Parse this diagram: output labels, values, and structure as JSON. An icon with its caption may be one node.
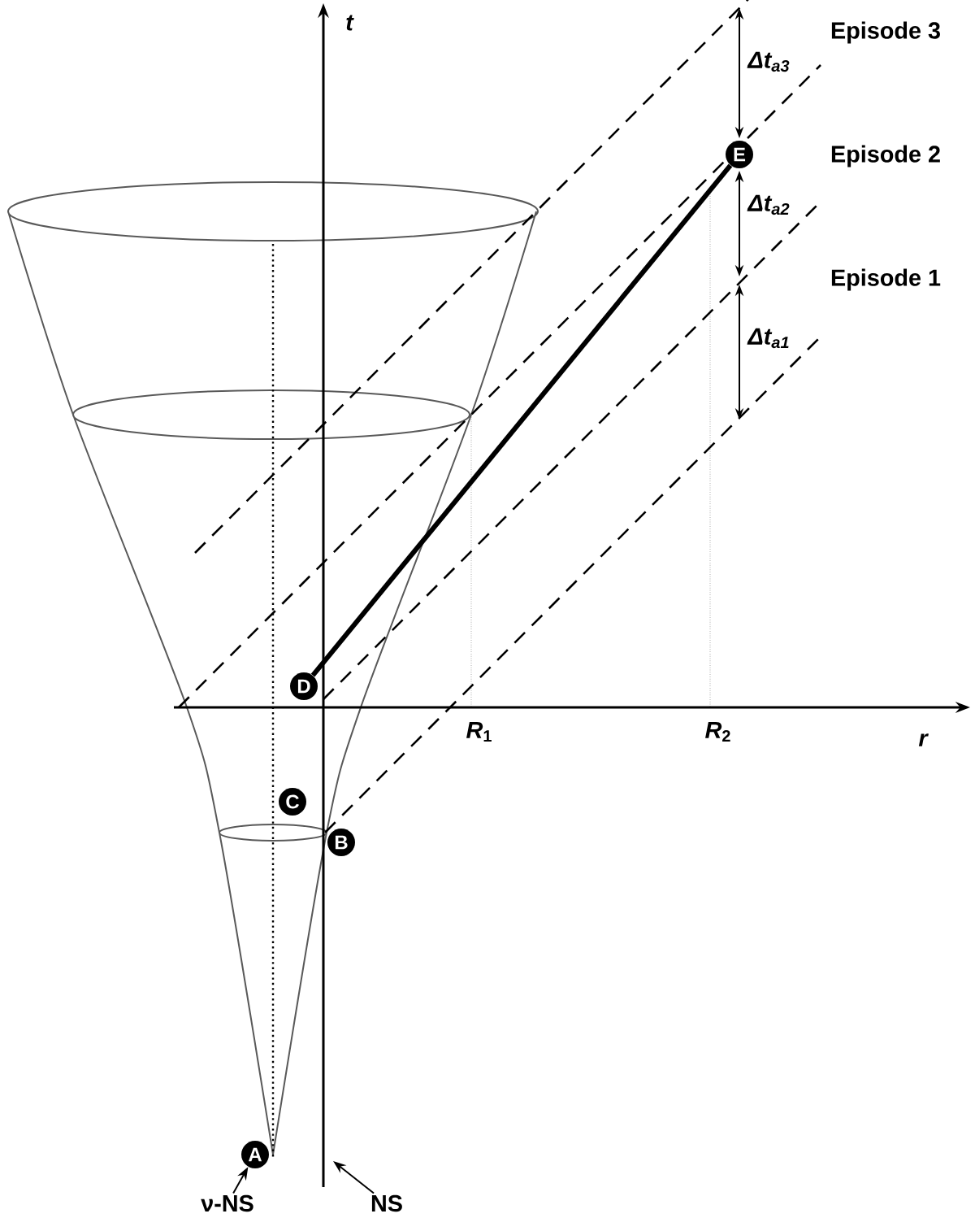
{
  "diagram": {
    "nodes": [
      {
        "text": [
          "A"
        ]
      },
      {
        "text": [
          "B"
        ]
      },
      {
        "text": [
          "C"
        ]
      },
      {
        "text": [
          "D"
        ]
      },
      {
        "text": [
          "E"
        ]
      },
      {
        "text": [
          "ν-NS"
        ]
      },
      {
        "text": [
          "NS"
        ]
      }
    ],
    "edges": [
      {
        "from": 3,
        "to": 4,
        "arrow": "none",
        "style": "thick"
      },
      {
        "from": 5,
        "to": 0,
        "arrow": "to"
      },
      {
        "from": 6,
        "to": null,
        "arrow": "to"
      }
    ],
    "labels": [
      "t",
      "Episode 3",
      "Δt$_{a3}$",
      "Episode 2",
      "Δt$_{a2}$",
      "Episode 1",
      "Δt$_{a1}$",
      "*R*$_{1}$",
      "*R*$_{2}$",
      "r"
    ]
  }
}
